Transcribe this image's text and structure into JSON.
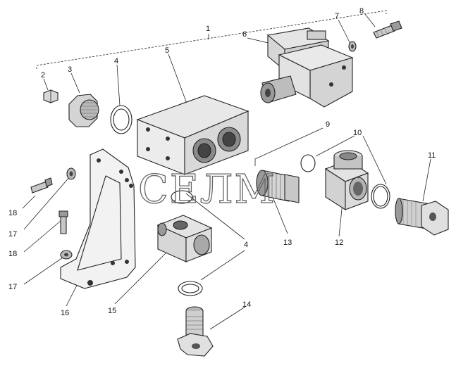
{
  "watermark": "СЕЛМ",
  "callouts": [
    {
      "id": "c1",
      "text": "1"
    },
    {
      "id": "c2",
      "text": "2"
    },
    {
      "id": "c3",
      "text": "3"
    },
    {
      "id": "c4a",
      "text": "4"
    },
    {
      "id": "c4b",
      "text": "4"
    },
    {
      "id": "c5",
      "text": "5"
    },
    {
      "id": "c6",
      "text": "6"
    },
    {
      "id": "c7",
      "text": "7"
    },
    {
      "id": "c8",
      "text": "8"
    },
    {
      "id": "c9",
      "text": "9"
    },
    {
      "id": "c10",
      "text": "10"
    },
    {
      "id": "c11",
      "text": "11"
    },
    {
      "id": "c12",
      "text": "12"
    },
    {
      "id": "c13",
      "text": "13"
    },
    {
      "id": "c14",
      "text": "14"
    },
    {
      "id": "c15",
      "text": "15"
    },
    {
      "id": "c16",
      "text": "16"
    },
    {
      "id": "c17a",
      "text": "17"
    },
    {
      "id": "c17b",
      "text": "17"
    },
    {
      "id": "c18a",
      "text": "18"
    },
    {
      "id": "c18b",
      "text": "18"
    }
  ]
}
